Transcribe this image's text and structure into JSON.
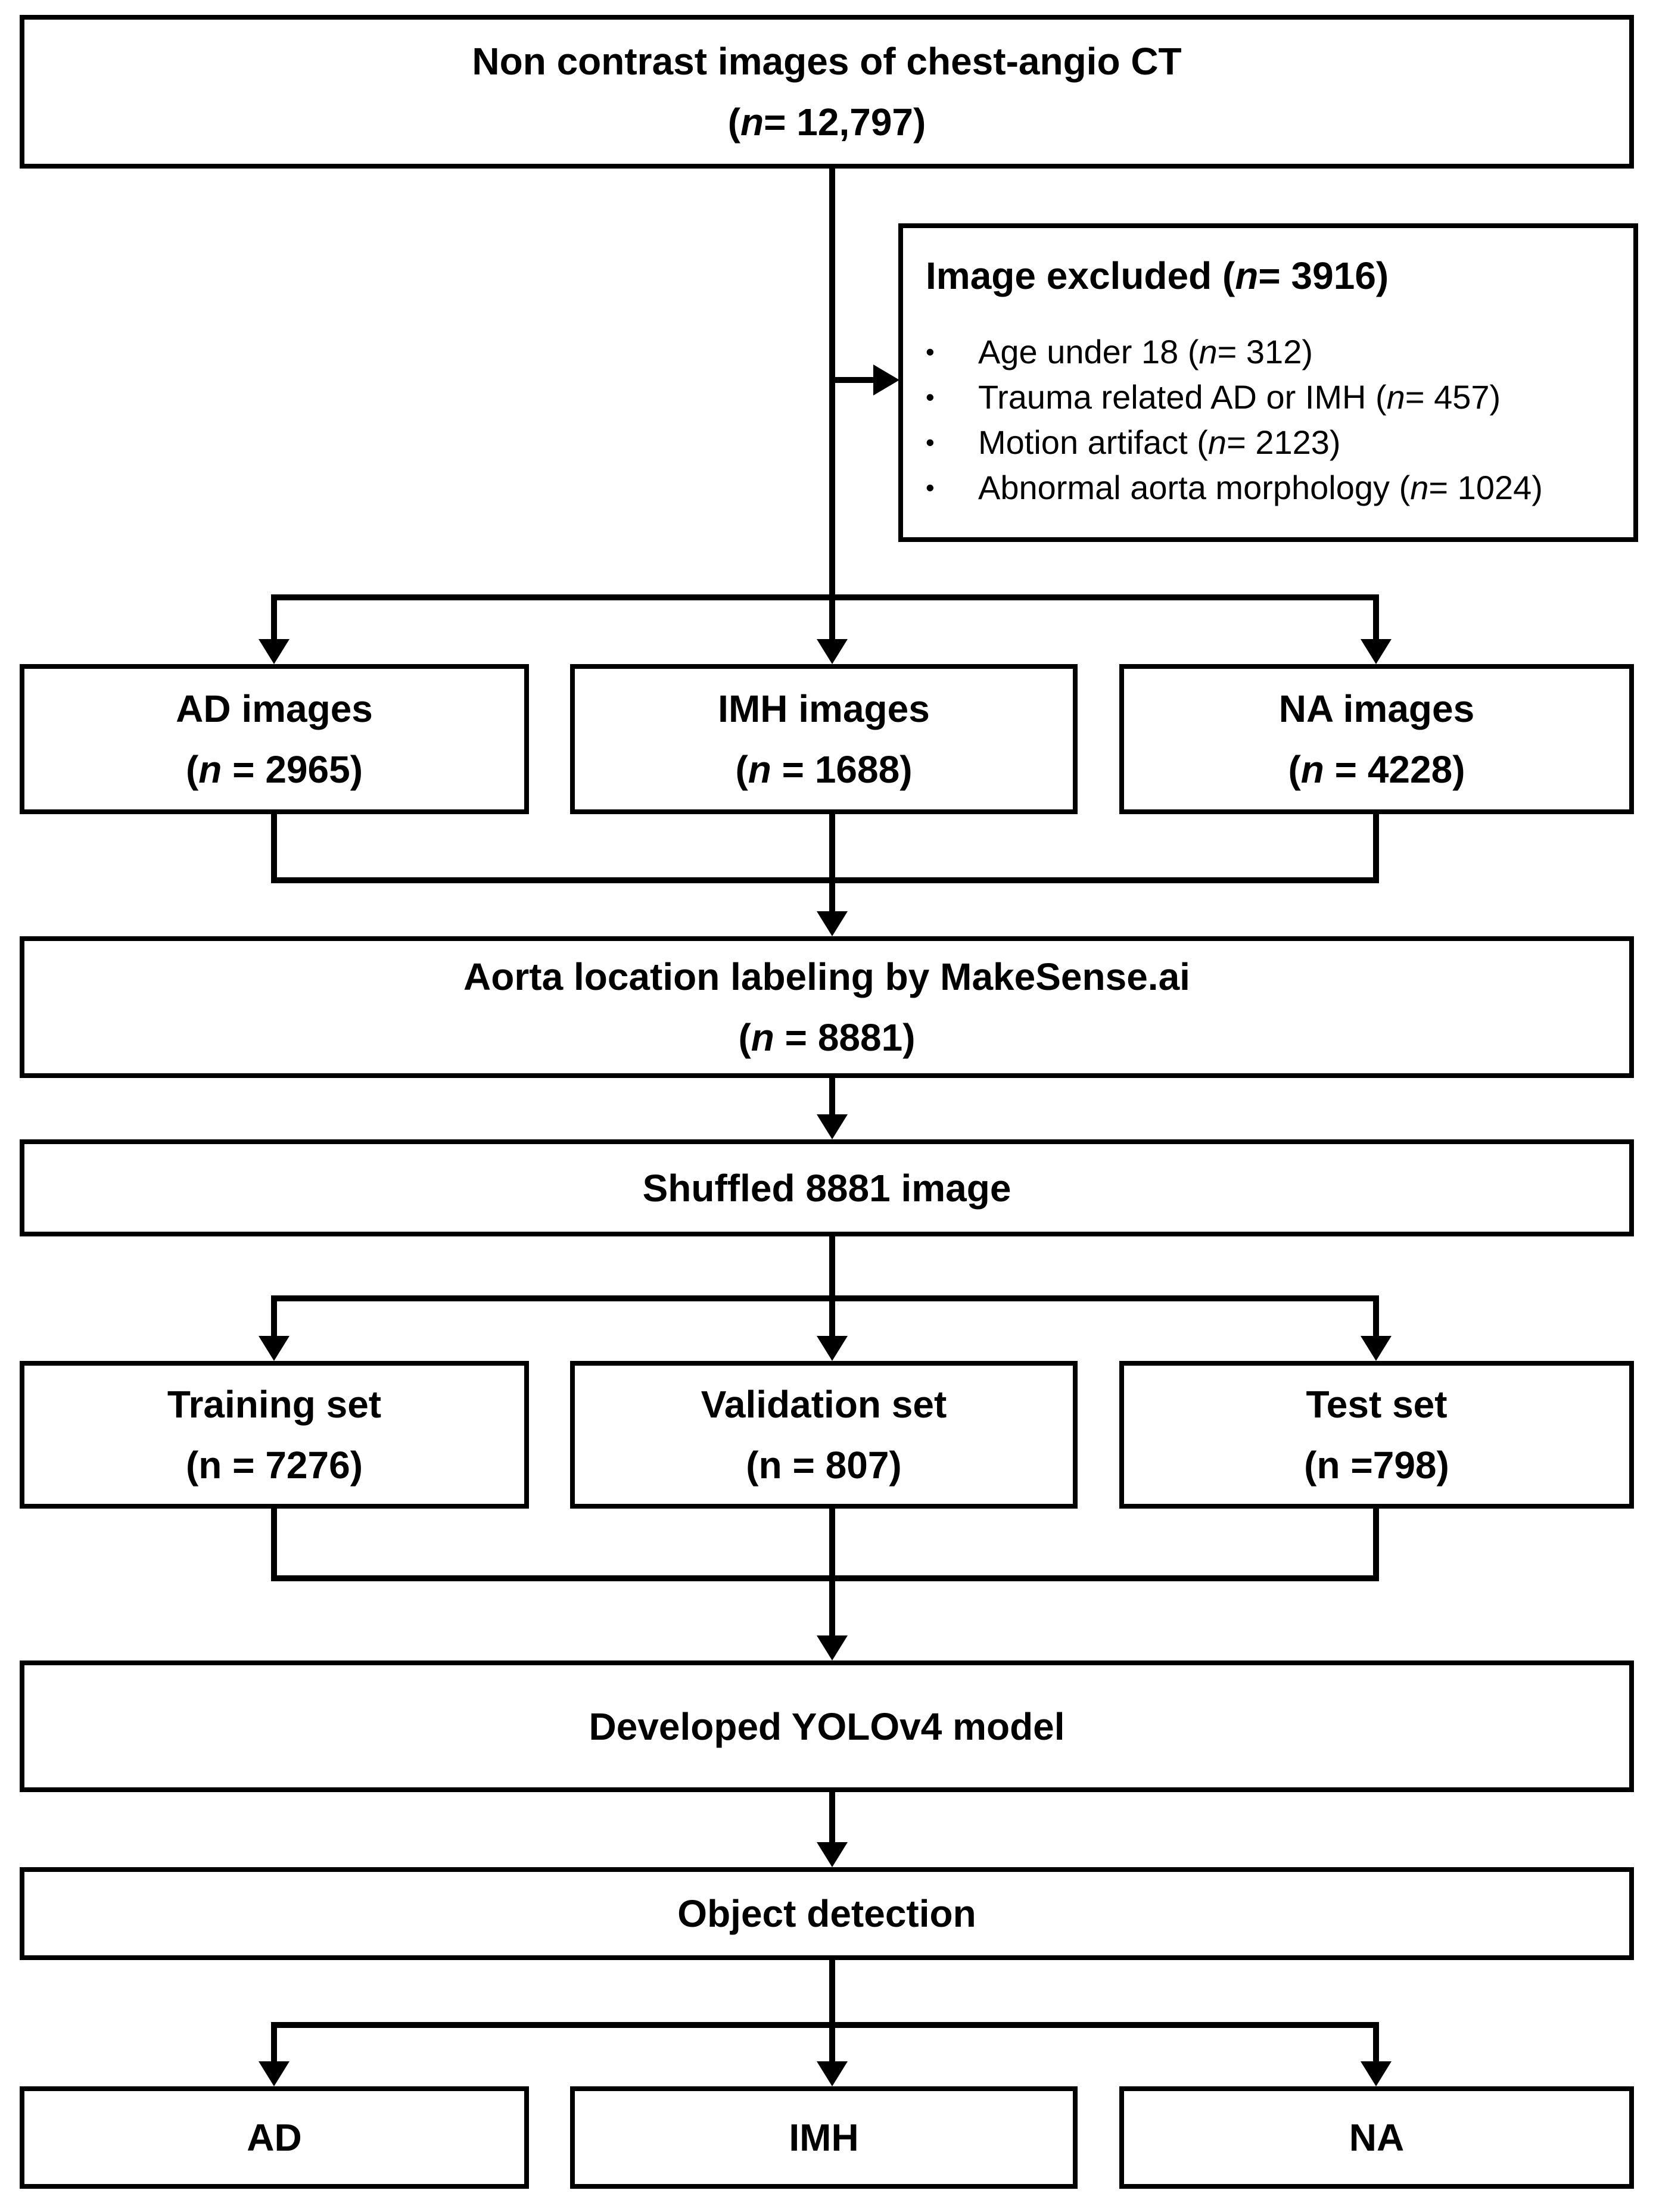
{
  "diagram": {
    "colors": {
      "stroke": "#000000",
      "background": "#ffffff",
      "text": "#000000"
    },
    "top_box": {
      "line1": "Non contrast images of chest-angio CT",
      "count": {
        "pre": "(",
        "n": "n",
        "post": "= 12,797)"
      }
    },
    "excluded_box": {
      "bullet_char": "•",
      "header": {
        "pre": "Image excluded (",
        "n": "n",
        "post": "= 3916)"
      },
      "bullets": [
        {
          "pre": "Age under 18 (",
          "n": "n",
          "post": "= 312)"
        },
        {
          "pre": "Trauma related AD or IMH (",
          "n": "n",
          "post": "= 457)"
        },
        {
          "pre": "Motion artifact (",
          "n": "n",
          "post": "= 2123)"
        },
        {
          "pre": "Abnormal aorta morphology (",
          "n": "n",
          "post": "= 1024)"
        }
      ]
    },
    "class_boxes": [
      {
        "line1": "AD images",
        "count": {
          "pre": "(",
          "n": "n",
          "post": " = 2965)"
        }
      },
      {
        "line1": "IMH images",
        "count": {
          "pre": "(",
          "n": "n",
          "post": " = 1688)"
        }
      },
      {
        "line1": "NA images",
        "count": {
          "pre": "(",
          "n": "n",
          "post": " = 4228)"
        }
      }
    ],
    "labeling_box": {
      "line1": "Aorta location labeling by MakeSense.ai",
      "count": {
        "pre": "(",
        "n": "n",
        "post": " = 8881)"
      }
    },
    "shuffle_box": {
      "line1": "Shuffled 8881 image"
    },
    "split_boxes": [
      {
        "line1": "Training set",
        "line2": "(n = 7276)"
      },
      {
        "line1": "Validation set",
        "line2": "(n = 807)"
      },
      {
        "line1": "Test set",
        "line2": "(n =798)"
      }
    ],
    "model_box": {
      "line1": "Developed YOLOv4 model"
    },
    "detection_box": {
      "line1": "Object detection"
    },
    "output_boxes": [
      {
        "line1": "AD"
      },
      {
        "line1": "IMH"
      },
      {
        "line1": "NA"
      }
    ]
  }
}
